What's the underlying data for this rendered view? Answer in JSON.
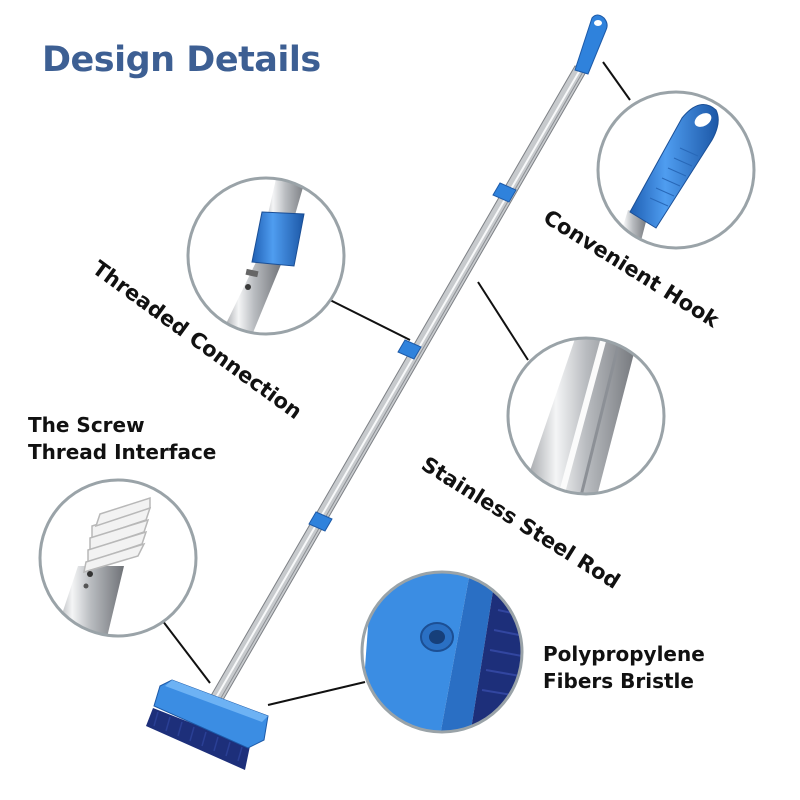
{
  "title": "Design Details",
  "callouts": {
    "threaded_connection": "Threaded Connection",
    "convenient_hook": "Convenient Hook",
    "stainless_steel_rod": "Stainless Steel Rod",
    "screw_thread": [
      "The Screw",
      "Thread Interface"
    ],
    "bristle": [
      "Polypropylene",
      "Fibers Bristle"
    ]
  },
  "colors": {
    "title": "#3d5f93",
    "accent_blue": "#2f7fd6",
    "steel": "#c9ccd0",
    "bristle": "#1d2f7a",
    "circle_border": "#9aa3a8"
  }
}
